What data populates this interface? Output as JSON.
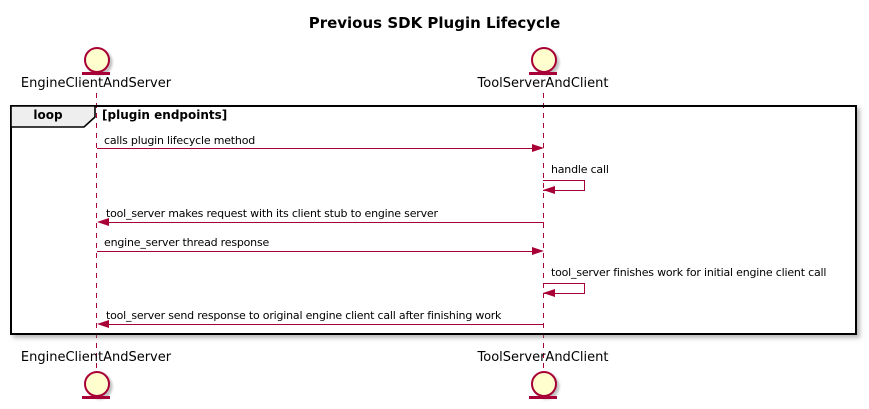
{
  "title": "Previous SDK Plugin Lifecycle",
  "actors": [
    {
      "name": "EngineClientAndServer",
      "type": "entity"
    },
    {
      "name": "ToolServerAndClient",
      "type": "entity"
    }
  ],
  "loop": {
    "label": "loop",
    "condition": "[plugin endpoints]"
  },
  "messages": [
    {
      "from": "EngineClientAndServer",
      "to": "ToolServerAndClient",
      "direction": "right",
      "text": "calls plugin lifecycle method"
    },
    {
      "from": "ToolServerAndClient",
      "to": "ToolServerAndClient",
      "direction": "self",
      "text": "handle call"
    },
    {
      "from": "ToolServerAndClient",
      "to": "EngineClientAndServer",
      "direction": "left",
      "text": "tool_server makes request with its client stub to engine server"
    },
    {
      "from": "EngineClientAndServer",
      "to": "ToolServerAndClient",
      "direction": "right",
      "text": "engine_server thread response"
    },
    {
      "from": "ToolServerAndClient",
      "to": "ToolServerAndClient",
      "direction": "self",
      "text": "tool_server finishes work for initial engine client call"
    },
    {
      "from": "ToolServerAndClient",
      "to": "EngineClientAndServer",
      "direction": "left",
      "text": "tool_server send response to original engine client call after finishing work"
    }
  ],
  "colors": {
    "accent": "#A80036",
    "actor_fill": "#FEFECE",
    "frame_border": "#000000",
    "pentagon_fill": "#EEEEEE",
    "background": "#FFFFFF"
  }
}
